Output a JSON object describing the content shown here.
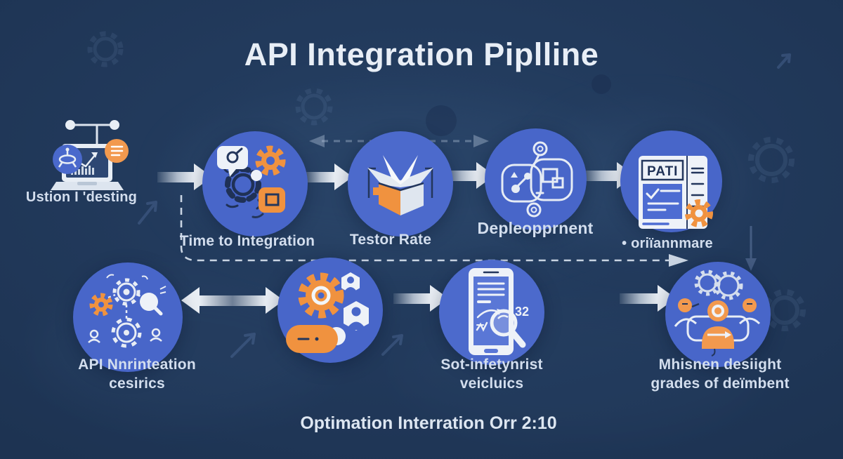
{
  "title": "API Integration Piplline",
  "source": {
    "label": "Ustion I 'desting"
  },
  "top_steps": [
    {
      "label": "Time to Integration"
    },
    {
      "label": "Testor Rate"
    },
    {
      "label": "Depleopprnent"
    },
    {
      "label": "• oriïannmare",
      "doc_title": "PATI"
    }
  ],
  "bottom_steps": [
    {
      "line1": "API Nnrinteation",
      "line2": "cesirics"
    },
    {
      "line1": "",
      "line2": ""
    },
    {
      "line1": "Sot-infetynrist",
      "line2": "veicluics",
      "badge": "32"
    },
    {
      "line1": "Mhisnen desiight",
      "line2": "grades of deïmbent"
    }
  ],
  "footer": {
    "caption": "Optimation Interration Orr 2:10"
  },
  "colors": {
    "background": "#223a5c",
    "node_blue": "#4866c9",
    "accent_orange": "#f0923f",
    "icon_white": "#eef2f8",
    "label_text": "#d3deee",
    "dashed_line": "#c9d4e2"
  }
}
